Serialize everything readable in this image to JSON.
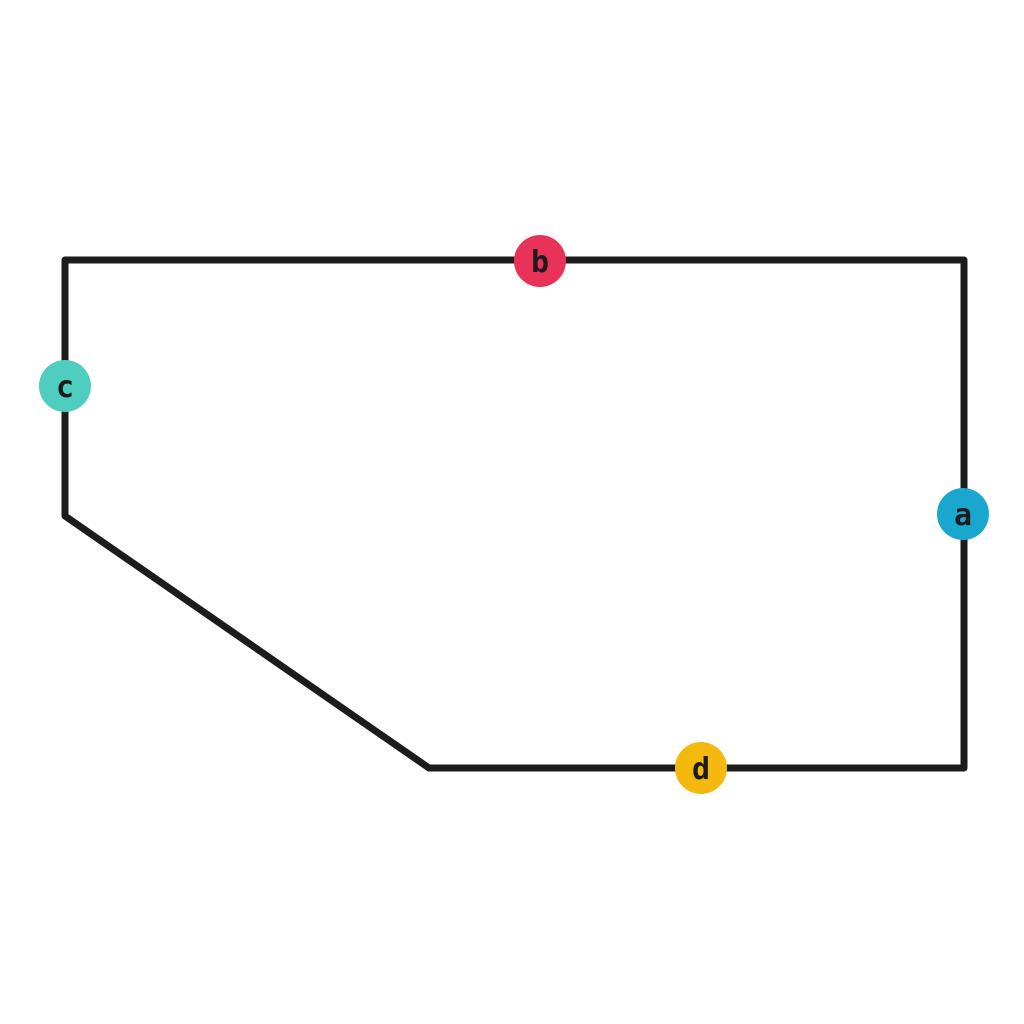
{
  "diagram": {
    "shape": "pentagon outline",
    "stroke_color": "#1c1c1c",
    "background": "#ffffff",
    "markers": [
      {
        "id": "a",
        "label": "a",
        "color": "#1aa7cf"
      },
      {
        "id": "b",
        "label": "b",
        "color": "#e8325a"
      },
      {
        "id": "c",
        "label": "c",
        "color": "#4ecdc0"
      },
      {
        "id": "d",
        "label": "d",
        "color": "#f5b80f"
      }
    ]
  }
}
